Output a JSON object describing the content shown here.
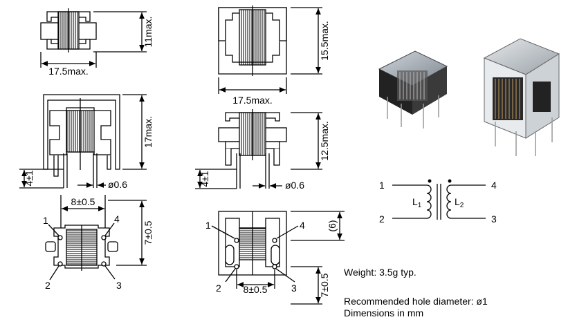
{
  "views": {
    "top_a": {
      "width_label": "17.5max.",
      "height_label": "11max."
    },
    "top_b": {
      "width_label": "17.5max.",
      "height_label": "15.5max."
    },
    "side_a": {
      "height_label": "17max.",
      "standoff_label": "4±1",
      "pin_label": "ø0.6"
    },
    "side_b": {
      "height_label": "12.5max.",
      "standoff_label": "4±1",
      "pin_label": "ø0.6"
    },
    "bottom_a": {
      "pitch_label": "8±0.5",
      "depth_label": "7±0.5",
      "pins": [
        "1",
        "2",
        "3",
        "4"
      ]
    },
    "bottom_b": {
      "pitch_label": "8±0.5",
      "depth_label": "7±0.5",
      "extra_label": "(6)",
      "pins": [
        "1",
        "2",
        "3",
        "4"
      ]
    }
  },
  "schematic": {
    "pins": [
      "1",
      "2",
      "4",
      "3"
    ],
    "coil_left": "L",
    "coil_left_sub": "1",
    "coil_right": "L",
    "coil_right_sub": "2"
  },
  "notes": {
    "weight": "Weight: 3.5g typ.",
    "hole": "Recommended hole diameter: ø1",
    "units": "Dimensions in mm"
  }
}
